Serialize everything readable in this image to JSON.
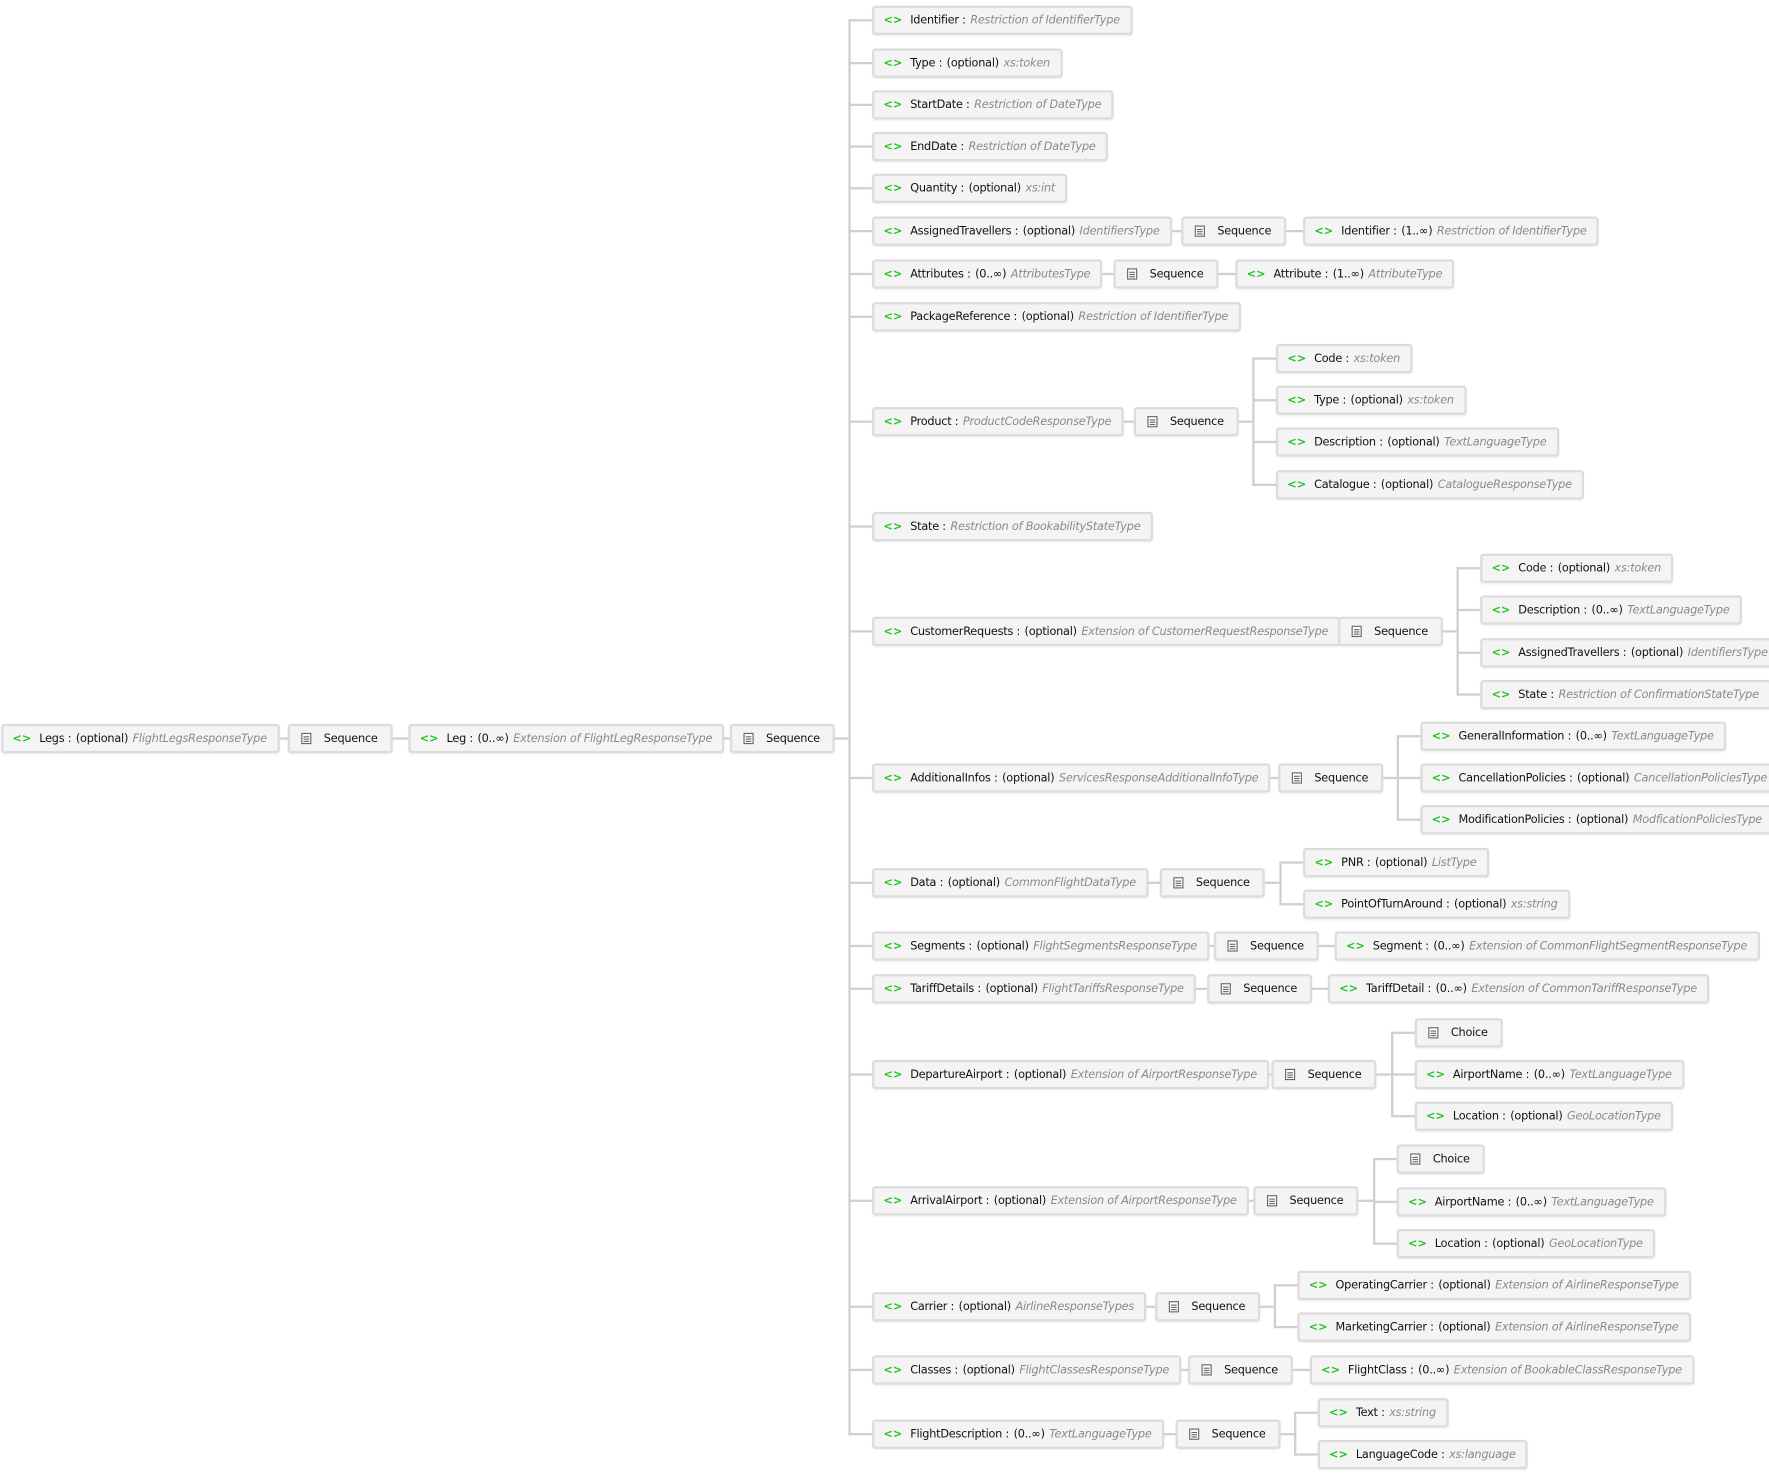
{
  "tree": {
    "id": "legs",
    "kind": "element",
    "name": "Legs",
    "occurs": "(optional)",
    "type": "FlightLegsResponseType",
    "children": [
      {
        "id": "seq0",
        "kind": "compositor",
        "label": "Sequence",
        "children": [
          {
            "id": "leg",
            "kind": "element",
            "name": "Leg",
            "occurs": "(0..∞)",
            "type": "Extension of FlightLegResponseType",
            "children": [
              {
                "id": "seq1",
                "kind": "compositor",
                "label": "Sequence",
                "children": [
                  {
                    "id": "identifier",
                    "kind": "element",
                    "name": "Identifier",
                    "occurs": "",
                    "type": "Restriction of IdentifierType"
                  },
                  {
                    "id": "type",
                    "kind": "element",
                    "name": "Type",
                    "occurs": "(optional)",
                    "type": "xs:token"
                  },
                  {
                    "id": "startdate",
                    "kind": "element",
                    "name": "StartDate",
                    "occurs": "",
                    "type": "Restriction of DateType"
                  },
                  {
                    "id": "enddate",
                    "kind": "element",
                    "name": "EndDate",
                    "occurs": "",
                    "type": "Restriction of DateType"
                  },
                  {
                    "id": "quantity",
                    "kind": "element",
                    "name": "Quantity",
                    "occurs": "(optional)",
                    "type": "xs:int"
                  },
                  {
                    "id": "assigned",
                    "kind": "element",
                    "name": "AssignedTravellers",
                    "occurs": "(optional)",
                    "type": "IdentifiersType",
                    "children": [
                      {
                        "id": "assigned-seq",
                        "kind": "compositor",
                        "label": "Sequence",
                        "children": [
                          {
                            "id": "assigned-id",
                            "kind": "element",
                            "name": "Identifier",
                            "occurs": "(1..∞)",
                            "type": "Restriction of IdentifierType"
                          }
                        ]
                      }
                    ]
                  },
                  {
                    "id": "attributes",
                    "kind": "element",
                    "name": "Attributes",
                    "occurs": "(0..∞)",
                    "type": "AttributesType",
                    "children": [
                      {
                        "id": "attributes-seq",
                        "kind": "compositor",
                        "label": "Sequence",
                        "children": [
                          {
                            "id": "attribute",
                            "kind": "element",
                            "name": "Attribute",
                            "occurs": "(1..∞)",
                            "type": "AttributeType"
                          }
                        ]
                      }
                    ]
                  },
                  {
                    "id": "packageref",
                    "kind": "element",
                    "name": "PackageReference",
                    "occurs": "(optional)",
                    "type": "Restriction of IdentifierType"
                  },
                  {
                    "id": "product",
                    "kind": "element",
                    "name": "Product",
                    "occurs": "",
                    "type": "ProductCodeResponseType",
                    "children": [
                      {
                        "id": "product-seq",
                        "kind": "compositor",
                        "label": "Sequence",
                        "children": [
                          {
                            "id": "product-code",
                            "kind": "element",
                            "name": "Code",
                            "occurs": "",
                            "type": "xs:token"
                          },
                          {
                            "id": "product-type",
                            "kind": "element",
                            "name": "Type",
                            "occurs": "(optional)",
                            "type": "xs:token"
                          },
                          {
                            "id": "product-desc",
                            "kind": "element",
                            "name": "Description",
                            "occurs": "(optional)",
                            "type": "TextLanguageType"
                          },
                          {
                            "id": "product-cat",
                            "kind": "element",
                            "name": "Catalogue",
                            "occurs": "(optional)",
                            "type": "CatalogueResponseType"
                          }
                        ]
                      }
                    ]
                  },
                  {
                    "id": "state",
                    "kind": "element",
                    "name": "State",
                    "occurs": "",
                    "type": "Restriction of BookabilityStateType"
                  },
                  {
                    "id": "custreq",
                    "kind": "element",
                    "name": "CustomerRequests",
                    "occurs": "(optional)",
                    "type": "Extension of CustomerRequestResponseType",
                    "children": [
                      {
                        "id": "custreq-seq",
                        "kind": "compositor",
                        "label": "Sequence",
                        "children": [
                          {
                            "id": "cr-code",
                            "kind": "element",
                            "name": "Code",
                            "occurs": "(optional)",
                            "type": "xs:token"
                          },
                          {
                            "id": "cr-desc",
                            "kind": "element",
                            "name": "Description",
                            "occurs": "(0..∞)",
                            "type": "TextLanguageType"
                          },
                          {
                            "id": "cr-assigned",
                            "kind": "element",
                            "name": "AssignedTravellers",
                            "occurs": "(optional)",
                            "type": "IdentifiersType"
                          },
                          {
                            "id": "cr-state",
                            "kind": "element",
                            "name": "State",
                            "occurs": "",
                            "type": "Restriction of ConfirmationStateType"
                          }
                        ]
                      }
                    ]
                  },
                  {
                    "id": "addinfo",
                    "kind": "element",
                    "name": "AdditionalInfos",
                    "occurs": "(optional)",
                    "type": "ServicesResponseAdditionalInfoType",
                    "children": [
                      {
                        "id": "addinfo-seq",
                        "kind": "compositor",
                        "label": "Sequence",
                        "children": [
                          {
                            "id": "ai-general",
                            "kind": "element",
                            "name": "GeneralInformation",
                            "occurs": "(0..∞)",
                            "type": "TextLanguageType"
                          },
                          {
                            "id": "ai-cancel",
                            "kind": "element",
                            "name": "CancellationPolicies",
                            "occurs": "(optional)",
                            "type": "CancellationPoliciesType"
                          },
                          {
                            "id": "ai-modif",
                            "kind": "element",
                            "name": "ModificationPolicies",
                            "occurs": "(optional)",
                            "type": "ModficationPoliciesType"
                          }
                        ]
                      }
                    ]
                  },
                  {
                    "id": "data",
                    "kind": "element",
                    "name": "Data",
                    "occurs": "(optional)",
                    "type": "CommonFlightDataType",
                    "children": [
                      {
                        "id": "data-seq",
                        "kind": "compositor",
                        "label": "Sequence",
                        "children": [
                          {
                            "id": "pnr",
                            "kind": "element",
                            "name": "PNR",
                            "occurs": "(optional)",
                            "type": "ListType"
                          },
                          {
                            "id": "pota",
                            "kind": "element",
                            "name": "PointOfTurnAround",
                            "occurs": "(optional)",
                            "type": "xs:string"
                          }
                        ]
                      }
                    ]
                  },
                  {
                    "id": "segments",
                    "kind": "element",
                    "name": "Segments",
                    "occurs": "(optional)",
                    "type": "FlightSegmentsResponseType",
                    "children": [
                      {
                        "id": "segments-seq",
                        "kind": "compositor",
                        "label": "Sequence",
                        "children": [
                          {
                            "id": "segment",
                            "kind": "element",
                            "name": "Segment",
                            "occurs": "(0..∞)",
                            "type": "Extension of CommonFlightSegmentResponseType"
                          }
                        ]
                      }
                    ]
                  },
                  {
                    "id": "tariffs",
                    "kind": "element",
                    "name": "TariffDetails",
                    "occurs": "(optional)",
                    "type": "FlightTariffsResponseType",
                    "children": [
                      {
                        "id": "tariffs-seq",
                        "kind": "compositor",
                        "label": "Sequence",
                        "children": [
                          {
                            "id": "tariff",
                            "kind": "element",
                            "name": "TariffDetail",
                            "occurs": "(0..∞)",
                            "type": "Extension of CommonTariffResponseType"
                          }
                        ]
                      }
                    ]
                  },
                  {
                    "id": "dep",
                    "kind": "element",
                    "name": "DepartureAirport",
                    "occurs": "(optional)",
                    "type": "Extension of AirportResponseType",
                    "children": [
                      {
                        "id": "dep-seq",
                        "kind": "compositor",
                        "label": "Sequence",
                        "children": [
                          {
                            "id": "dep-choice",
                            "kind": "compositor",
                            "label": "Choice"
                          },
                          {
                            "id": "dep-name",
                            "kind": "element",
                            "name": "AirportName",
                            "occurs": "(0..∞)",
                            "type": "TextLanguageType"
                          },
                          {
                            "id": "dep-loc",
                            "kind": "element",
                            "name": "Location",
                            "occurs": "(optional)",
                            "type": "GeoLocationType"
                          }
                        ]
                      }
                    ]
                  },
                  {
                    "id": "arr",
                    "kind": "element",
                    "name": "ArrivalAirport",
                    "occurs": "(optional)",
                    "type": "Extension of AirportResponseType",
                    "children": [
                      {
                        "id": "arr-seq",
                        "kind": "compositor",
                        "label": "Sequence",
                        "children": [
                          {
                            "id": "arr-choice",
                            "kind": "compositor",
                            "label": "Choice"
                          },
                          {
                            "id": "arr-name",
                            "kind": "element",
                            "name": "AirportName",
                            "occurs": "(0..∞)",
                            "type": "TextLanguageType"
                          },
                          {
                            "id": "arr-loc",
                            "kind": "element",
                            "name": "Location",
                            "occurs": "(optional)",
                            "type": "GeoLocationType"
                          }
                        ]
                      }
                    ]
                  },
                  {
                    "id": "carrier",
                    "kind": "element",
                    "name": "Carrier",
                    "occurs": "(optional)",
                    "type": "AirlineResponseTypes",
                    "children": [
                      {
                        "id": "carrier-seq",
                        "kind": "compositor",
                        "label": "Sequence",
                        "children": [
                          {
                            "id": "opcarrier",
                            "kind": "element",
                            "name": "OperatingCarrier",
                            "occurs": "(optional)",
                            "type": "Extension of AirlineResponseType"
                          },
                          {
                            "id": "mkcarrier",
                            "kind": "element",
                            "name": "MarketingCarrier",
                            "occurs": "(optional)",
                            "type": "Extension of AirlineResponseType"
                          }
                        ]
                      }
                    ]
                  },
                  {
                    "id": "classes",
                    "kind": "element",
                    "name": "Classes",
                    "occurs": "(optional)",
                    "type": "FlightClassesResponseType",
                    "children": [
                      {
                        "id": "classes-seq",
                        "kind": "compositor",
                        "label": "Sequence",
                        "children": [
                          {
                            "id": "flightclass",
                            "kind": "element",
                            "name": "FlightClass",
                            "occurs": "(0..∞)",
                            "type": "Extension of BookableClassResponseType"
                          }
                        ]
                      }
                    ]
                  },
                  {
                    "id": "fdesc",
                    "kind": "element",
                    "name": "FlightDescription",
                    "occurs": "(0..∞)",
                    "type": "TextLanguageType",
                    "children": [
                      {
                        "id": "fdesc-seq",
                        "kind": "compositor",
                        "label": "Sequence",
                        "children": [
                          {
                            "id": "fd-text",
                            "kind": "element",
                            "name": "Text",
                            "occurs": "",
                            "type": "xs:string"
                          },
                          {
                            "id": "fd-lang",
                            "kind": "element",
                            "name": "LanguageCode",
                            "occurs": "",
                            "type": "xs:language"
                          }
                        ]
                      }
                    ]
                  }
                ]
              }
            ]
          }
        ]
      }
    ]
  }
}
